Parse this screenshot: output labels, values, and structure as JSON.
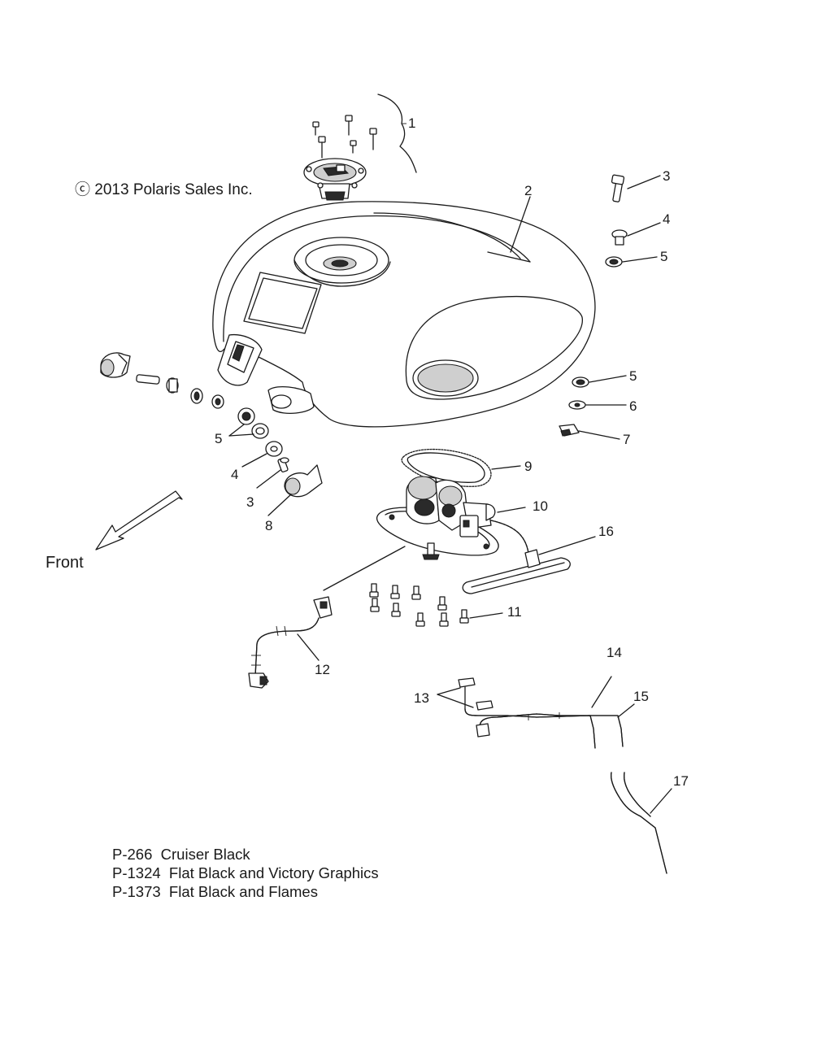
{
  "copyright": "ⓒ 2013 Polaris Sales Inc.",
  "direction_label": "Front",
  "callouts": {
    "c1": "1",
    "c2": "2",
    "c3a": "3",
    "c4a": "4",
    "c5a": "5",
    "c5b": "5",
    "c6": "6",
    "c7": "7",
    "c9": "9",
    "c10": "10",
    "c16": "16",
    "c5c": "5",
    "c4b": "4",
    "c3b": "3",
    "c8": "8",
    "c11": "11",
    "c12": "12",
    "c14": "14",
    "c13": "13",
    "c15": "15",
    "c17": "17"
  },
  "paint_notes": [
    "P-266  Cruiser Black",
    "P-1324  Flat Black and Victory Graphics",
    "P-1373  Flat Black and Flames"
  ]
}
